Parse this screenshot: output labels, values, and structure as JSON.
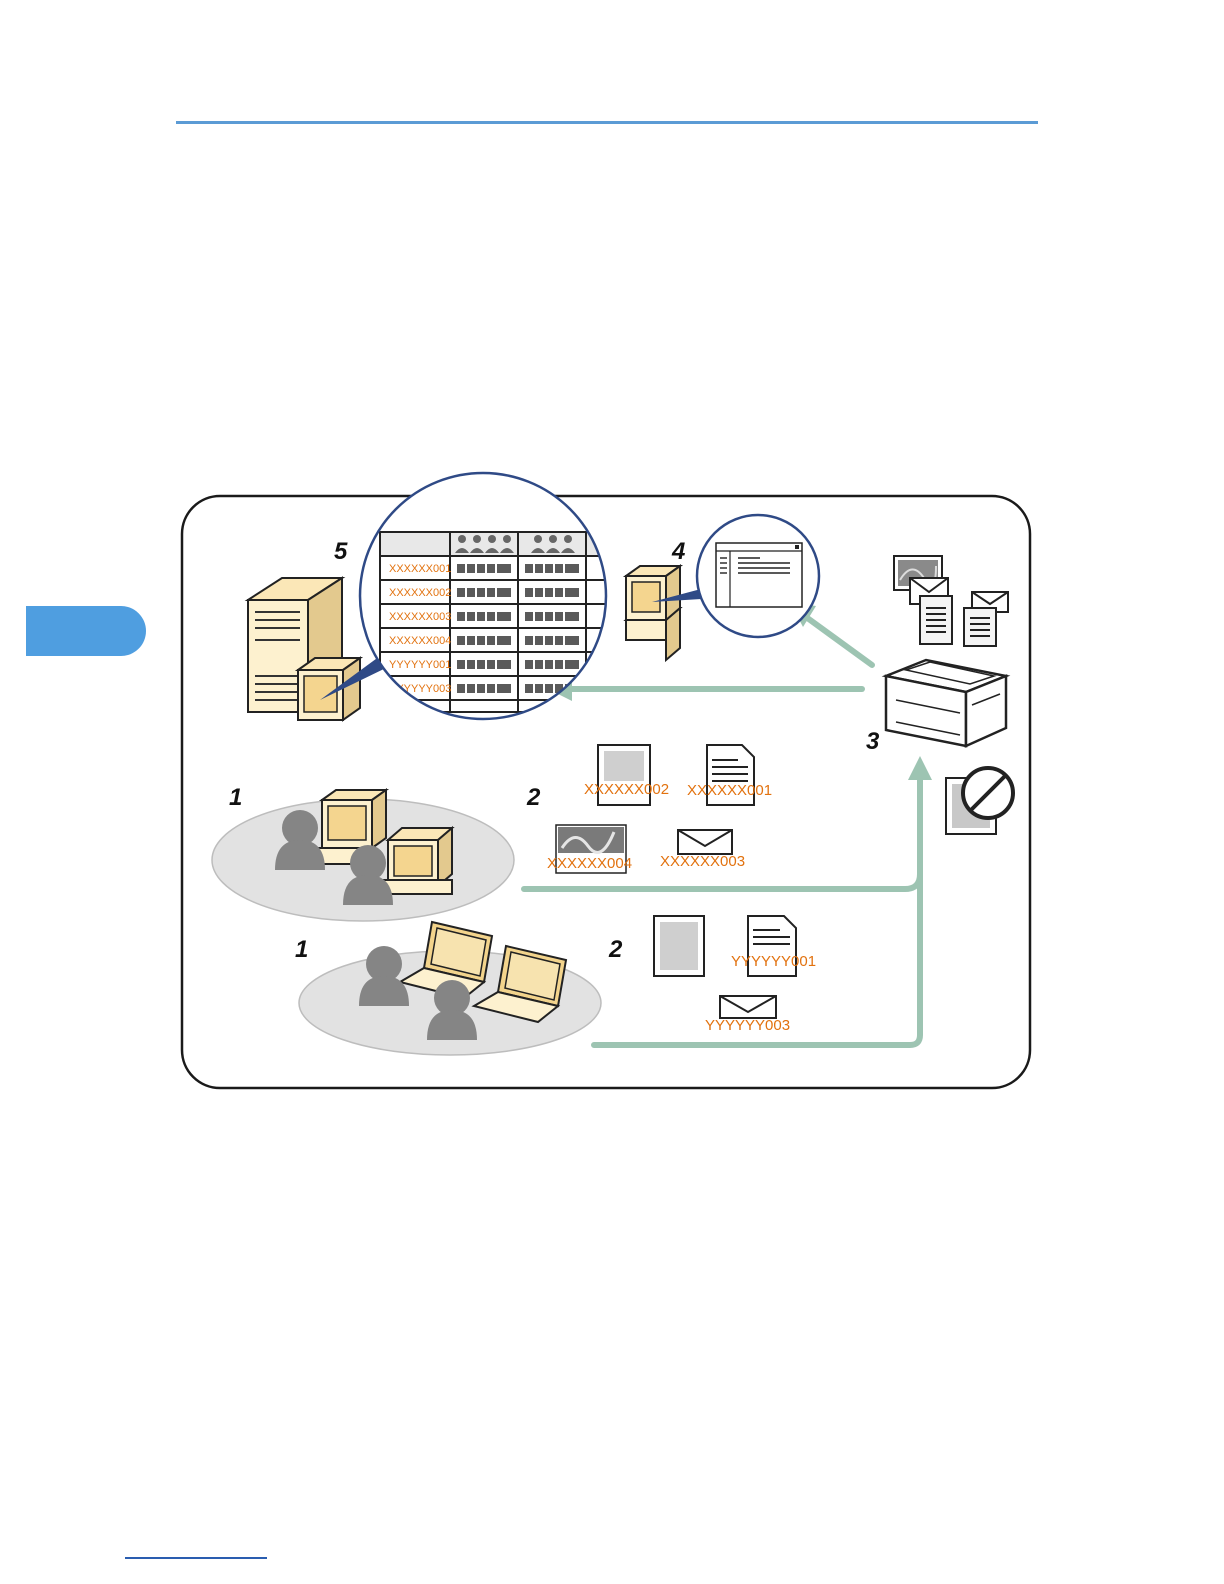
{
  "steps": {
    "s1a": "1",
    "s1b": "1",
    "s2a": "2",
    "s2b": "2",
    "s3": "3",
    "s4": "4",
    "s5": "5"
  },
  "table_rows": [
    "XXXXXX001",
    "XXXXXX002",
    "XXXXXX003",
    "XXXXXX004",
    "YYYYYY001",
    "YYYYYY003"
  ],
  "documents_group_a": [
    "XXXXXX002",
    "XXXXXX001",
    "XXXXXX004",
    "XXXXXX003"
  ],
  "documents_group_b": [
    "YYYYYY001",
    "YYYYYY003"
  ],
  "colors": {
    "accent_rule": "#5b9bd5",
    "side_tab": "#4f9ee0",
    "flow_arrow": "#9dc4b2",
    "code_text": "#e2720f",
    "zoom_circle": "#2f4a86"
  }
}
